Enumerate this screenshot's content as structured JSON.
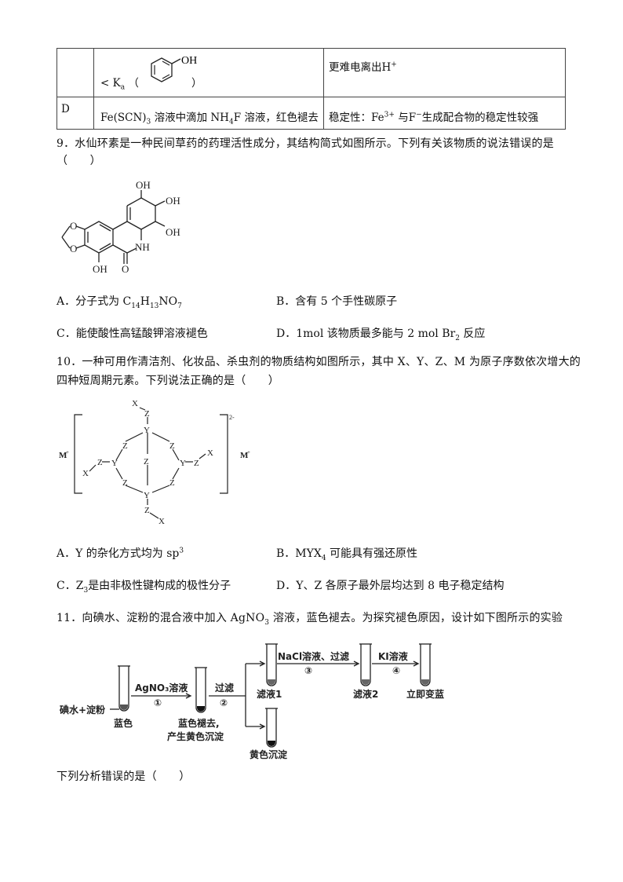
{
  "table": {
    "row_c": {
      "label": "",
      "experiment_prefix": "< K",
      "experiment_sub": "a",
      "experiment_open": "（",
      "experiment_close": "）",
      "molecule_label": "OH",
      "conclusion": "更难电离出H",
      "conclusion_sup": "+"
    },
    "row_d": {
      "label": "D",
      "experiment_part1": "Fe(SCN)",
      "experiment_sub1": "3",
      "experiment_part2": " 溶液中滴加 NH",
      "experiment_sub2": "4",
      "experiment_part3": "F 溶液，红色褪去",
      "conclusion_part1": "稳定性：Fe",
      "conclusion_sup1": "3+",
      "conclusion_part2": " 与F",
      "conclusion_sup2": "−",
      "conclusion_part3": "生成配合物的稳定性较强"
    }
  },
  "q9": {
    "line1": "9．水仙环素是一种民间草药的药理活性成分，其结构简式如图所示。下列有关该物质的说法错误的是",
    "line2": "（　　）",
    "structure_labels": [
      "OH",
      "OH",
      "OH",
      "O",
      "O",
      "NH",
      "OH",
      "O"
    ],
    "options": {
      "A_pre": "A．分子式为 C",
      "A_s1": "14",
      "A_mid1": "H",
      "A_s2": "13",
      "A_mid2": "NO",
      "A_s3": "7",
      "B": "B．含有 5 个手性碳原子",
      "C": "C．能使酸性高锰酸钾溶液褪色",
      "D_pre": "D．1mol 该物质最多能与 2 mol Br",
      "D_sub": "2",
      "D_post": " 反应"
    }
  },
  "q10": {
    "line1": "10．一种可用作清洁剂、化妆品、杀虫剂的物质结构如图所示，其中 X、Y、Z、M 为原子序数依次增大的",
    "line2": "四种短周期元素。下列说法正确的是（　　）",
    "structure": {
      "charge": "2-",
      "counter_ion_left": "M",
      "counter_ion_right": "M",
      "counter_sup": "+",
      "atoms": {
        "X": "X",
        "Y": "Y",
        "Z": "Z"
      }
    },
    "options": {
      "A_pre": "A．Y 的杂化方式均为 sp",
      "A_sup": "3",
      "B_pre": "B．MYX",
      "B_sub": "4",
      "B_post": " 可能具有强还原性",
      "C_pre": "C．Z",
      "C_sub": "3",
      "C_post": "是由非极性键构成的极性分子",
      "D": "D．Y、Z 各原子最外层均达到 8 电子稳定结构"
    }
  },
  "q11": {
    "line1_pre": "11．向碘水、淀粉的混合液中加入 AgNO",
    "line1_sub": "3",
    "line1_post": " 溶液，蓝色褪去。为探究褪色原因，设计如下图所示的实验",
    "flow": {
      "start": "碘水+淀粉",
      "tube1_label": "蓝色",
      "step1_reagent": "AgNO₃溶液",
      "step1_num": "①",
      "tube2_label_1": "蓝色褪去,",
      "tube2_label_2": "产生黄色沉淀",
      "step2_reagent": "过滤",
      "step2_num": "②",
      "tube3_label": "滤液1",
      "step3_reagent": "NaCl溶液、过滤",
      "step3_num": "③",
      "tube4_label": "滤液2",
      "step4_reagent": "KI溶液",
      "step4_num": "④",
      "tube5_label": "立即变蓝",
      "tube6_label": "黄色沉淀"
    },
    "question": "下列分析错误的是（　　）"
  }
}
